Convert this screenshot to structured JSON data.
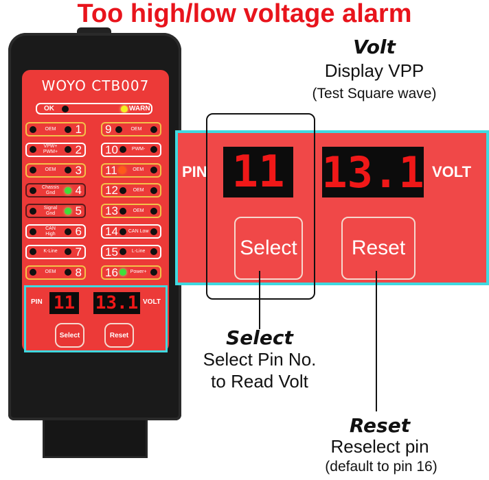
{
  "title": "Too high/low voltage alarm",
  "device": {
    "brand": "WOYO CTB007",
    "ok_label": "OK",
    "warn_label": "WARN",
    "left_pins": [
      {
        "num": "1",
        "name": "OEM",
        "border": "#f3c24a",
        "led": "off"
      },
      {
        "num": "2",
        "name": "VPW+ PWM+",
        "border": "#ffffff",
        "led": "off"
      },
      {
        "num": "3",
        "name": "OEM",
        "border": "#f3c24a",
        "led": "off"
      },
      {
        "num": "4",
        "name": "Chassis Gnd",
        "border": "#5a1a1a",
        "led": "green"
      },
      {
        "num": "5",
        "name": "Signal Gnd",
        "border": "#5a1a1a",
        "led": "green"
      },
      {
        "num": "6",
        "name": "CAN High",
        "border": "#ffffff",
        "led": "off"
      },
      {
        "num": "7",
        "name": "K-Line",
        "border": "#ffffff",
        "led": "off"
      },
      {
        "num": "8",
        "name": "OEM",
        "border": "#f3c24a",
        "led": "off"
      }
    ],
    "right_pins": [
      {
        "num": "9",
        "name": "OEM",
        "border": "#f3c24a",
        "led": "off"
      },
      {
        "num": "10",
        "name": "PWM-",
        "border": "#ffffff",
        "led": "off"
      },
      {
        "num": "11",
        "name": "OEM",
        "border": "#f3c24a",
        "led": "red"
      },
      {
        "num": "12",
        "name": "OEM",
        "border": "#f3c24a",
        "led": "off"
      },
      {
        "num": "13",
        "name": "OEM",
        "border": "#f3c24a",
        "led": "off"
      },
      {
        "num": "14",
        "name": "CAN Low",
        "border": "#ffffff",
        "led": "off"
      },
      {
        "num": "15",
        "name": "L-Line",
        "border": "#ffffff",
        "led": "off"
      },
      {
        "num": "16",
        "name": "Power+",
        "border": "#f3c24a",
        "led": "green"
      }
    ],
    "pin_label": "PIN",
    "volt_label": "VOLT",
    "pin_value": "11",
    "volt_value": "13.1",
    "select_label": "Select",
    "reset_label": "Reset"
  },
  "callouts": {
    "volt_title": "Volt",
    "volt_line1": "Display VPP",
    "volt_line2": "(Test Square wave)",
    "select_title": "Select",
    "select_line1": "Select Pin No.",
    "select_line2": "to Read Volt",
    "reset_title": "Reset",
    "reset_line1": "Reselect pin",
    "reset_line2": "(default to pin 16)"
  },
  "colors": {
    "title": "#e8141c",
    "panel": "#ec3a38",
    "highlight": "#3fd9e0"
  }
}
